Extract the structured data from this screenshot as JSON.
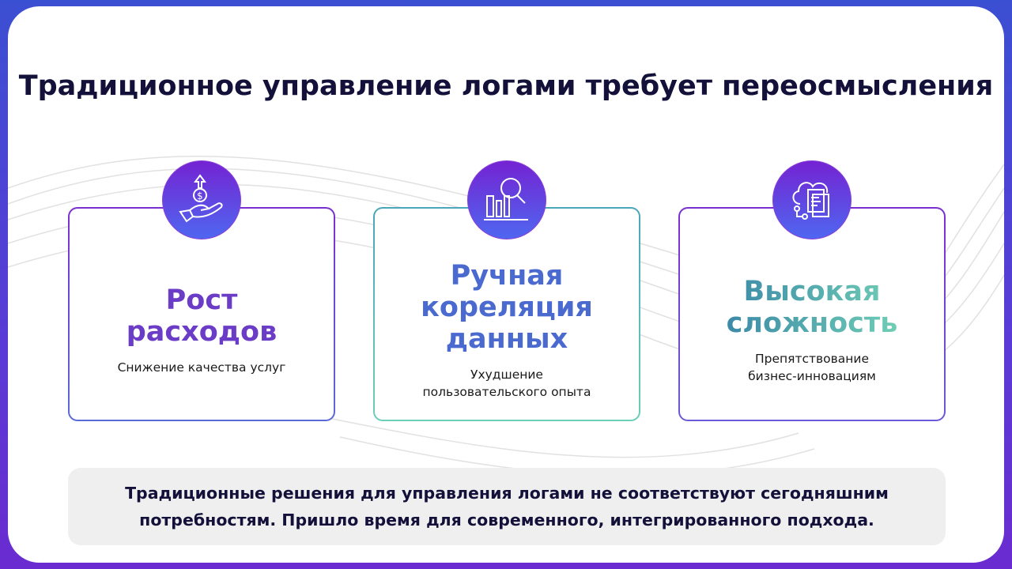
{
  "title": "Традиционное управление логами требует переосмысления",
  "cards": [
    {
      "icon": "hand-dollar-icon",
      "heading_lines": [
        "Рост",
        "расходов"
      ],
      "subtitle_lines": [
        "Снижение качества услуг"
      ]
    },
    {
      "icon": "chart-search-icon",
      "heading_lines": [
        "Ручная",
        "кореляция",
        "данных"
      ],
      "subtitle_lines": [
        "Ухудшение",
        "пользовательского опыта"
      ]
    },
    {
      "icon": "cloud-documents-icon",
      "heading_lines": [
        "Высокая",
        "сложность"
      ],
      "subtitle_lines": [
        "Препятствование",
        "бизнес-инновациям"
      ]
    }
  ],
  "note": "Традиционные решения для управления логами не соответствуют сегодняшним потребностям. Пришло время для современного, интегрированного подхода.",
  "colors": {
    "accent_purple": "#6b3cc6",
    "accent_blue": "#4a6ad0",
    "accent_teal": "#4aa6b8"
  }
}
